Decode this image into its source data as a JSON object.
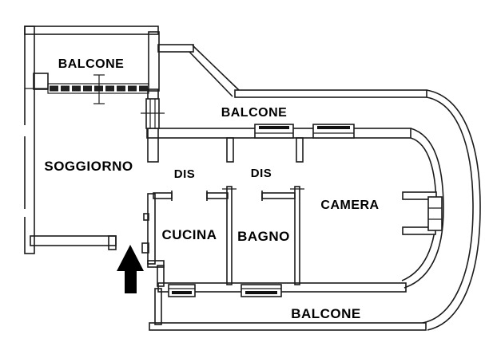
{
  "title": "Apartment floor plan",
  "rooms": {
    "balcone_top_left": {
      "label": "BALCONE"
    },
    "balcone_top": {
      "label": "BALCONE"
    },
    "soggiorno": {
      "label": "SOGGIORNO"
    },
    "dis_1": {
      "label": "DIS"
    },
    "dis_2": {
      "label": "DIS"
    },
    "cucina": {
      "label": "CUCINA"
    },
    "bagno": {
      "label": "BAGNO"
    },
    "camera": {
      "label": "CAMERA"
    },
    "balcone_bottom": {
      "label": "BALCONE"
    }
  },
  "icons": {
    "entrance_arrow": "up-arrow-entrance-marker"
  },
  "colors": {
    "line": "#1b1b1b",
    "background": "#ffffff",
    "text": "#000000"
  }
}
